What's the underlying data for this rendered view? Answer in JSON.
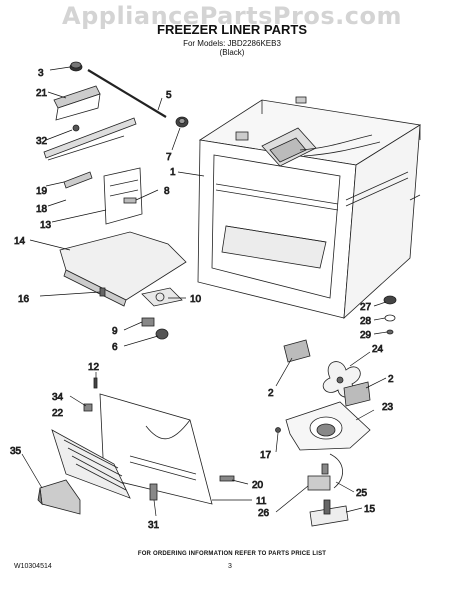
{
  "watermark": "AppliancePartsPros.com",
  "title": "FREEZER LINER PARTS",
  "subtitle_line1": "For Models: JBD2286KEB3",
  "subtitle_line2": "(Black)",
  "footer_note": "FOR ORDERING INFORMATION REFER TO PARTS PRICE LIST",
  "document_number": "W10304514",
  "page_number": "3",
  "callouts": {
    "c3": "3",
    "c21": "21",
    "c5": "5",
    "c32": "32",
    "c7": "7",
    "c1": "1",
    "c19": "19",
    "c8": "8",
    "c18": "18",
    "c13": "13",
    "c14": "14",
    "c16": "16",
    "c10": "10",
    "c9": "9",
    "c6": "6",
    "c27": "27",
    "c28": "28",
    "c29": "29",
    "c24": "24",
    "c2a": "2",
    "c2b": "2",
    "c12": "12",
    "c34": "34",
    "c22": "22",
    "c23": "23",
    "c17": "17",
    "c35": "35",
    "c20": "20",
    "c25": "25",
    "c11": "11",
    "c26": "26",
    "c15": "15",
    "c31": "31"
  }
}
